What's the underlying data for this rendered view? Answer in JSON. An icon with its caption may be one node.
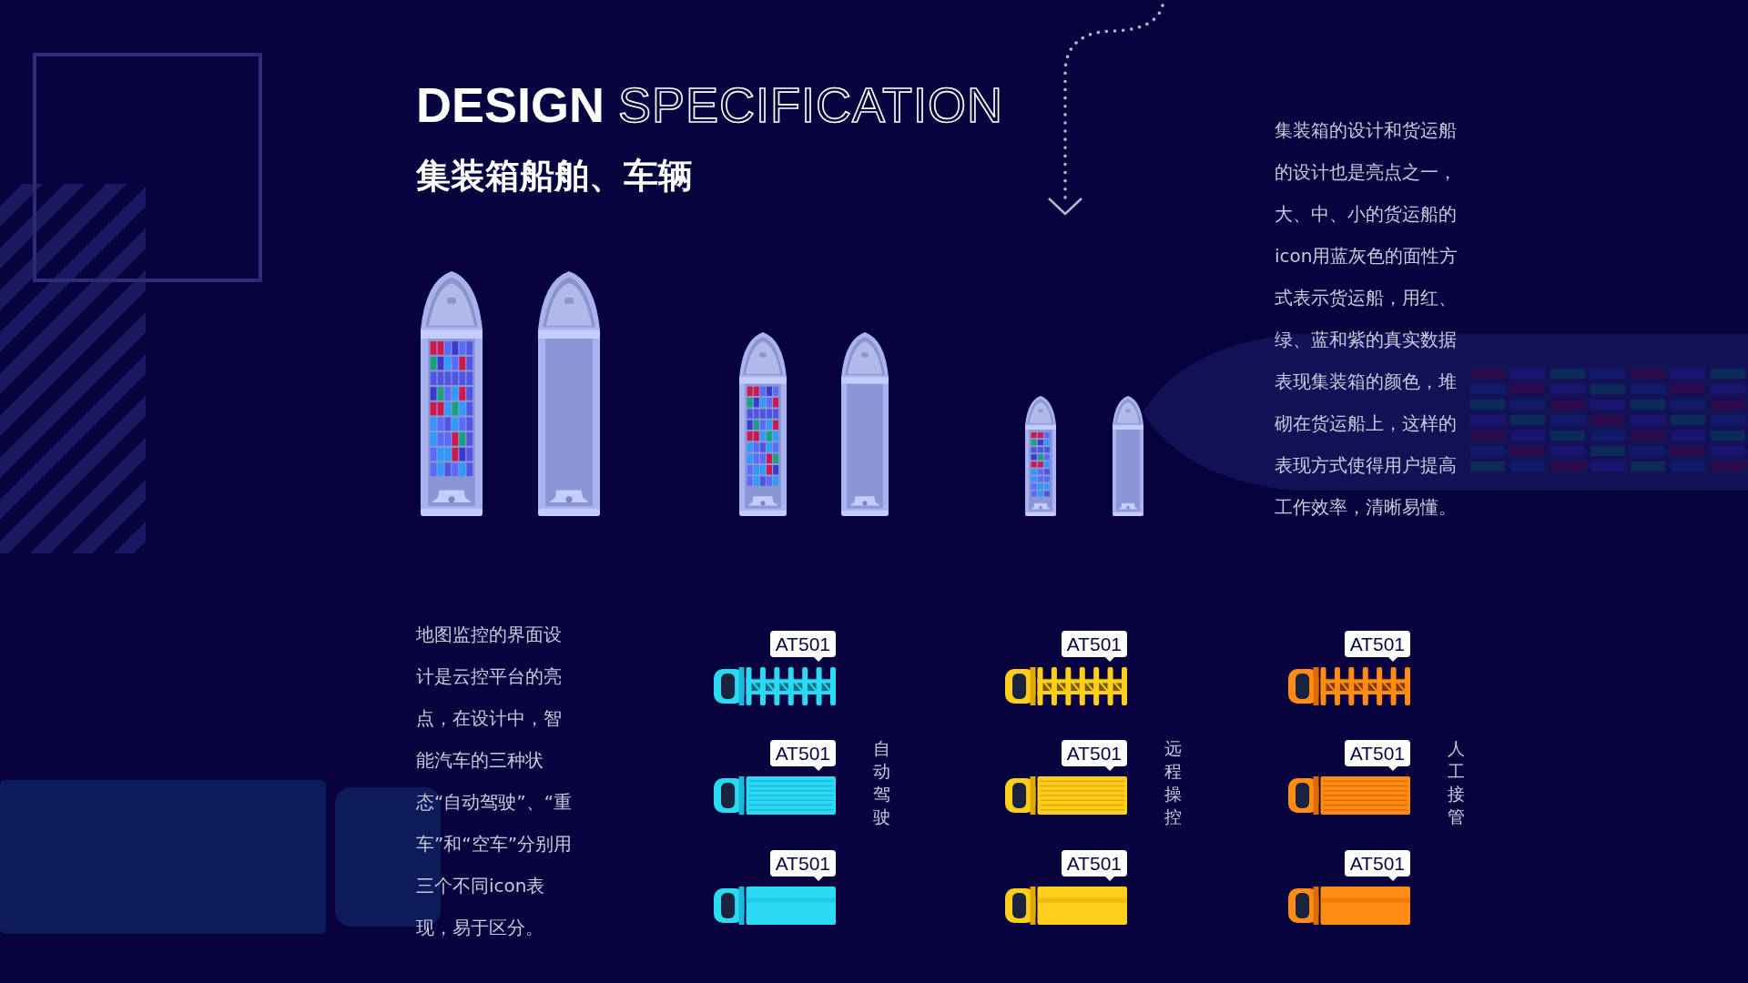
{
  "diagram": {
    "title": "DESIGN SPECIFICATION",
    "labels": [
      "集装箱船舶、车辆",
      "集装箱的设计和货运船的设计也是亮点之一，大、中、小的货运船的icon用蓝灰色的面性方式表示货运船，用红、绿、蓝和紫的真实数据表现集装箱的颜色，堆砌在货运船上，这样的表现方式使得用户提高工作效率，清晰易懂。",
      "地图监控的界面设计是云控平台的亮点，在设计中，智能汽车的三种状态“自动驾驶”、“重车”和“空车”分别用三个不同icon表现，易于区分。",
      "AT501",
      "AT501",
      "AT501",
      "AT501",
      "自动驾驶",
      "AT501",
      "远程操控",
      "AT501",
      "人工接管",
      "AT501",
      "AT501",
      "AT501"
    ]
  }
}
